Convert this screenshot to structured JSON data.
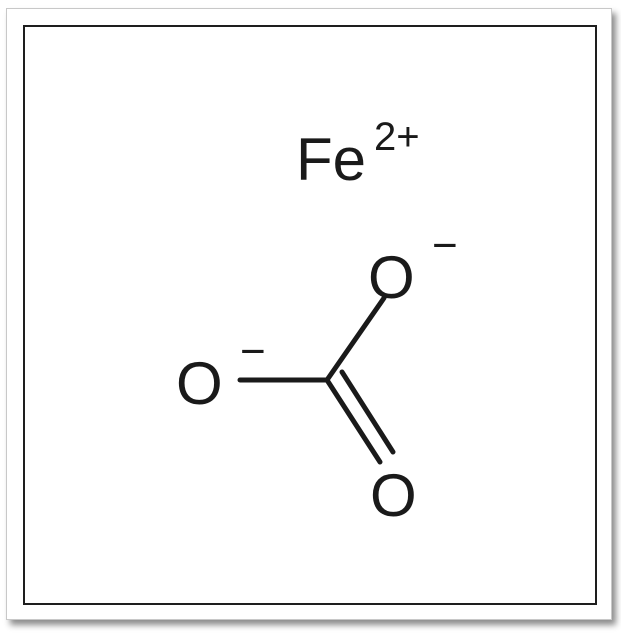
{
  "molecule": {
    "cation": {
      "symbol": "Fe",
      "charge": "2+"
    },
    "anion": {
      "center_atom": "C",
      "oxygen_top": {
        "symbol": "O",
        "charge": "−"
      },
      "oxygen_left": {
        "symbol": "O",
        "charge": "−"
      },
      "oxygen_bottom": {
        "symbol": "O",
        "charge": ""
      }
    }
  },
  "colors": {
    "ink": "#1a1a1a",
    "inner_border": "#1e1e1e",
    "outer_border": "#c8c8c8",
    "background": "#ffffff"
  }
}
